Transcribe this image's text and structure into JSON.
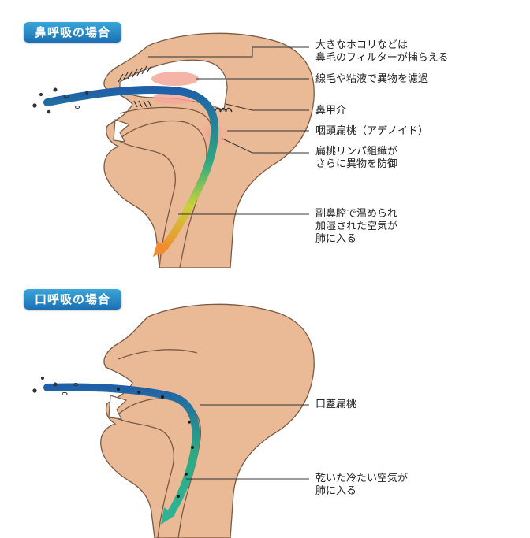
{
  "colors": {
    "skin": "#eab995",
    "skin_outline": "#7a5a45",
    "airway_dark": "#1f5fa8",
    "airway_green": "#2ea883",
    "warm_orange": "#f28a2e",
    "inflamed": "#f5a9a0",
    "badge": "#1b6fb3"
  },
  "nose_breathing": {
    "title": "鼻呼吸の場合",
    "labels": [
      {
        "lines": [
          "大きなホコリなどは",
          "鼻毛のフィルターが捕らえる"
        ]
      },
      {
        "lines": [
          "線毛や粘液で異物を濾過"
        ]
      },
      {
        "lines": [
          "鼻甲介"
        ]
      },
      {
        "lines": [
          "咽頭扁桃（アデノイド）"
        ]
      },
      {
        "lines": [
          "扁桃リンパ組織が",
          "さらに異物を防御"
        ]
      },
      {
        "lines": [
          "副鼻腔で温められ",
          "加湿された空気が",
          "肺に入る"
        ]
      }
    ]
  },
  "mouth_breathing": {
    "title": "口呼吸の場合",
    "labels": [
      {
        "lines": [
          "口蓋扁桃"
        ]
      },
      {
        "lines": [
          "乾いた冷たい空気が",
          "肺に入る"
        ]
      }
    ]
  }
}
